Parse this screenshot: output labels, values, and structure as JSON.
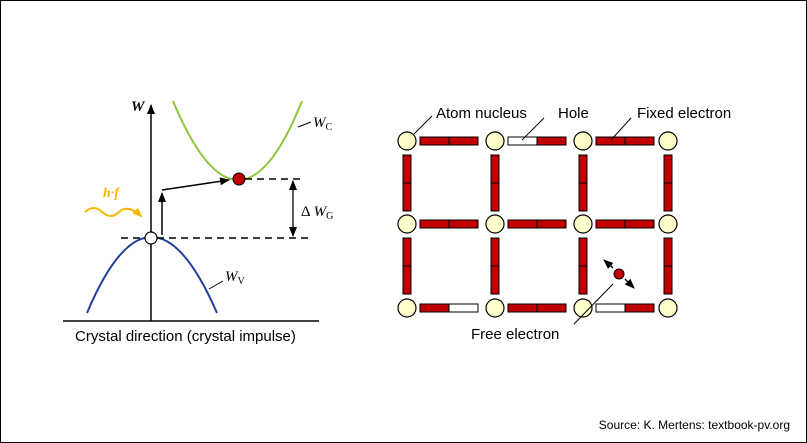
{
  "band_diagram": {
    "y_axis_label": "W",
    "x_axis_label": "Crystal direction (crystal impulse)",
    "photon_label": "h·f",
    "conduction_band_main": "W",
    "conduction_band_sub": "C",
    "valence_band_main": "W",
    "valence_band_sub": "V",
    "gap_prefix": "Δ",
    "gap_main": "W",
    "gap_sub": "G",
    "colors": {
      "conduction_band": "#8cc63f",
      "valence_band": "#1f3f99",
      "photon": "#f5b800",
      "electron": "#c00000"
    }
  },
  "lattice": {
    "atom_nucleus_label": "Atom nucleus",
    "hole_label": "Hole",
    "fixed_electron_label": "Fixed electron",
    "free_electron_label": "Free electron",
    "colors": {
      "atom": "#ffffcc",
      "bond": "#c00000"
    }
  },
  "footer": {
    "source": "Source: K. Mertens: textbook-pv.org"
  }
}
